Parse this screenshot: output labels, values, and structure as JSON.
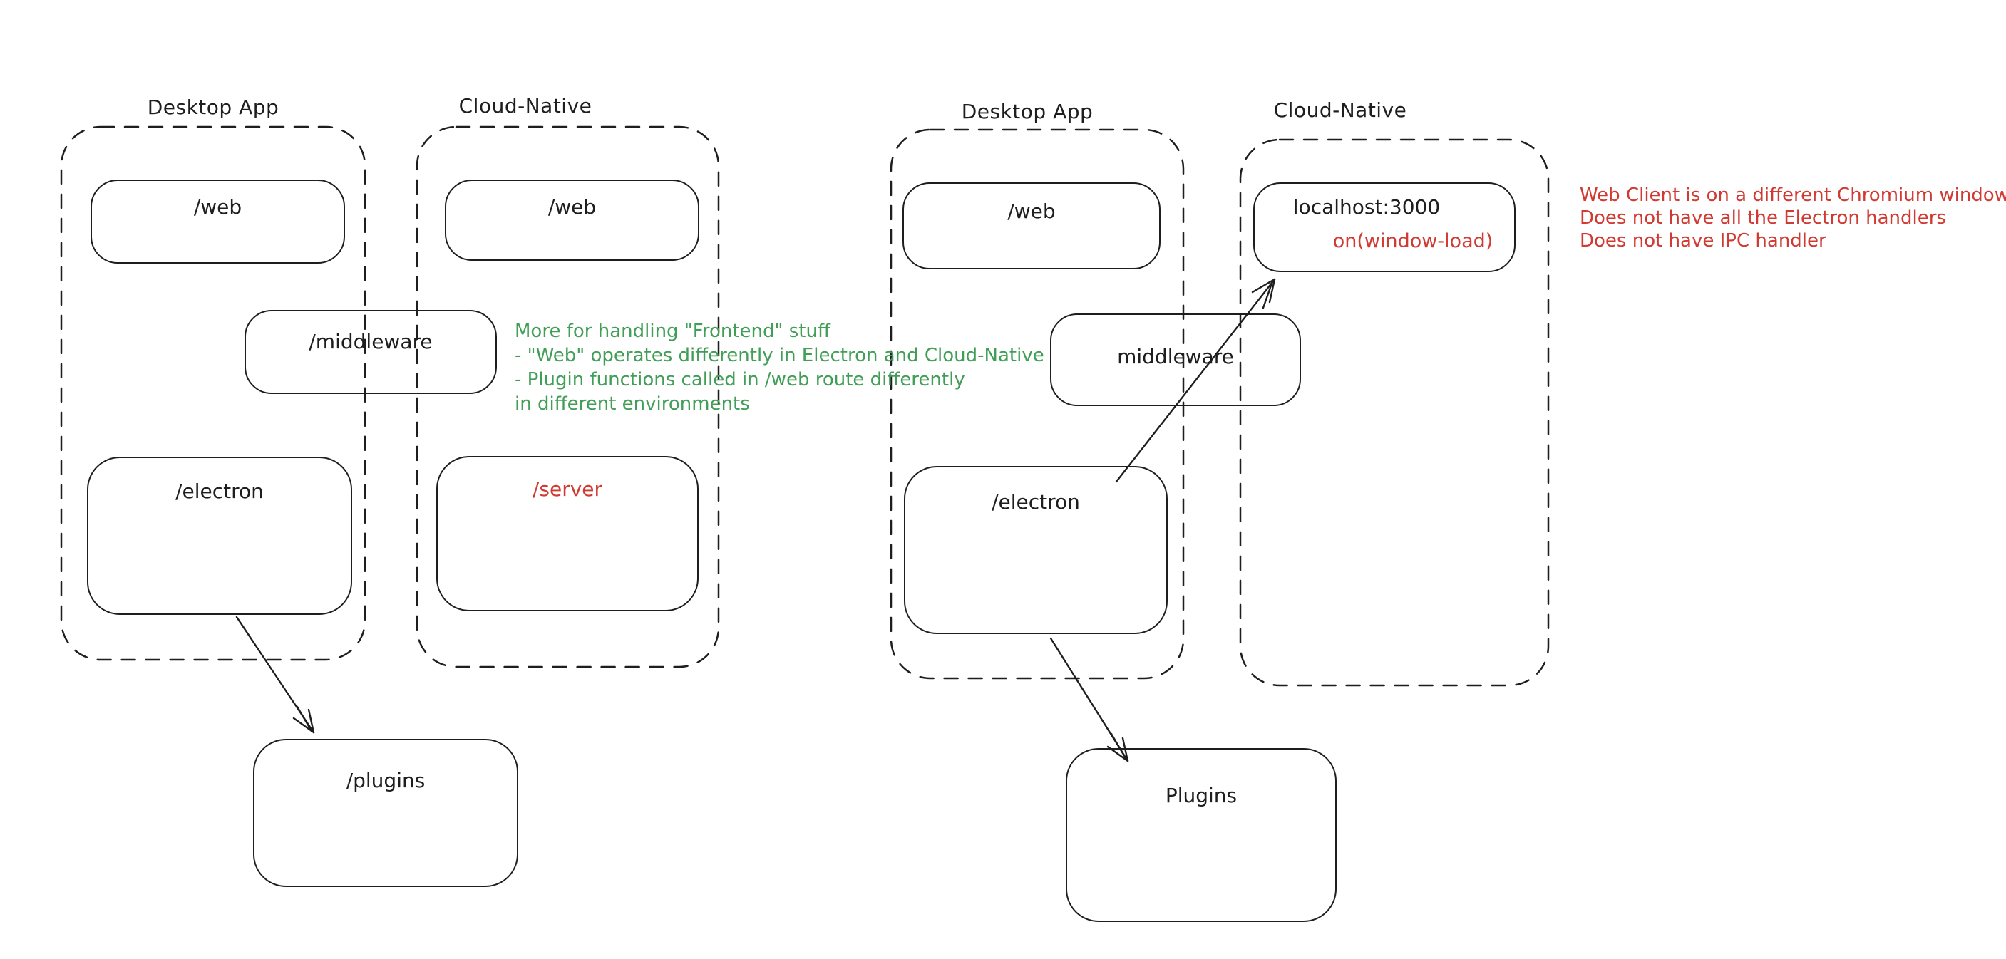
{
  "colors": {
    "stroke": "#1e1e1e",
    "green": "#419e57",
    "red": "#d03a32",
    "background": "#ffffff"
  },
  "left": {
    "desktop_app_label": "Desktop App",
    "cloud_native_label": "Cloud-Native",
    "web_desktop": "/web",
    "web_cloud": "/web",
    "middleware": "/middleware",
    "electron": "/electron",
    "server": "/server",
    "plugins": "/plugins",
    "note_lines": [
      "More for handling \"Frontend\" stuff",
      "- \"Web\" operates differently in Electron and Cloud-Native",
      "- Plugin functions called in /web route differently",
      "in different environments"
    ]
  },
  "right": {
    "desktop_app_label": "Desktop App",
    "cloud_native_label": "Cloud-Native",
    "web_desktop": "/web",
    "localhost_title": "localhost:3000",
    "localhost_sub": "on(window-load)",
    "middleware": "middleware",
    "electron": "/electron",
    "plugins": "Plugins",
    "note_lines": [
      "Web Client is on a different Chromium window",
      "Does not have all the Electron handlers",
      "Does not have IPC handler"
    ]
  }
}
